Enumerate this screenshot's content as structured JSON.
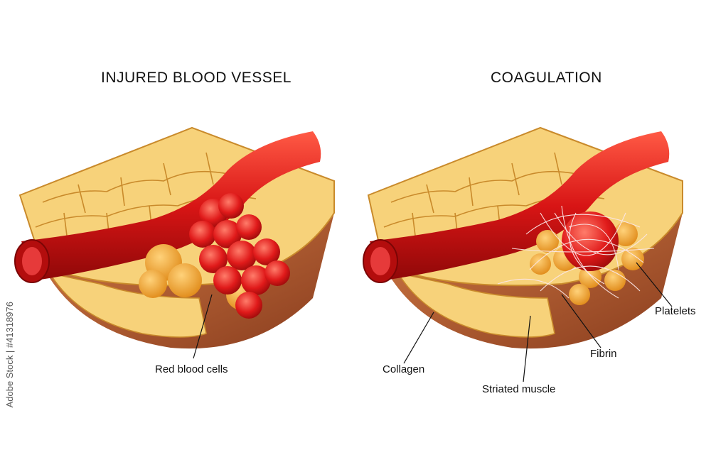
{
  "panels": {
    "left": {
      "title": "INJURED BLOOD VESSEL"
    },
    "right": {
      "title": "COAGULATION"
    }
  },
  "labels": {
    "red_blood_cells": "Red blood cells",
    "collagen": "Collagen",
    "striated_muscle": "Striated muscle",
    "fibrin": "Fibrin",
    "platelets": "Platelets"
  },
  "watermark": "Adobe Stock | #41318976",
  "colors": {
    "fat": "#f7d27a",
    "fat_edge": "#c98a2b",
    "muscle": "#b8643a",
    "vessel": "#d61a1a",
    "vessel_highlight": "#ff6a55",
    "platelet": "#f2a72a",
    "fibrin": "#fbe6e6"
  }
}
